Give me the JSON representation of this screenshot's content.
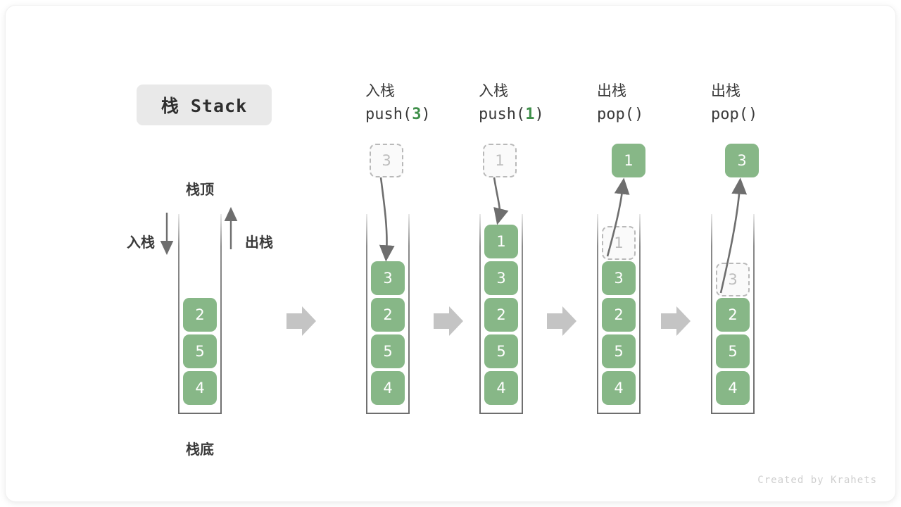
{
  "title": {
    "text": "栈 Stack"
  },
  "left_diagram": {
    "top_label": "栈顶",
    "bottom_label": "栈底",
    "push_label": "入栈",
    "pop_label": "出栈",
    "cells": [
      "2",
      "5",
      "4"
    ]
  },
  "columns": [
    {
      "id": "push-3",
      "op_cn": "入栈",
      "op_code_prefix": "push(",
      "op_code_arg": "3",
      "op_code_suffix": ")",
      "ghost_above": "3",
      "cells": [
        "3",
        "2",
        "5",
        "4"
      ]
    },
    {
      "id": "push-1",
      "op_cn": "入栈",
      "op_code_prefix": "push(",
      "op_code_arg": "1",
      "op_code_suffix": ")",
      "ghost_above": "1",
      "cells": [
        "1",
        "3",
        "2",
        "5",
        "4"
      ]
    },
    {
      "id": "pop-1",
      "op_cn": "出栈",
      "op_code_prefix": "pop(",
      "op_code_arg": "",
      "op_code_suffix": ")",
      "popped_value": "1",
      "ghost_in_stack": "1",
      "cells": [
        "3",
        "2",
        "5",
        "4"
      ]
    },
    {
      "id": "pop-3",
      "op_cn": "出栈",
      "op_code_prefix": "pop(",
      "op_code_arg": "",
      "op_code_suffix": ")",
      "popped_value": "3",
      "ghost_in_stack": "3",
      "cells": [
        "2",
        "5",
        "4"
      ]
    }
  ],
  "colors": {
    "cell_green": "#87b787",
    "accent_green": "#3f8f4a",
    "ghost_border": "#b9b9b9",
    "arrow_gray": "#6e6e6e",
    "step_arrow_gray": "#c4c4c4"
  },
  "watermark": "Created by Krahets"
}
